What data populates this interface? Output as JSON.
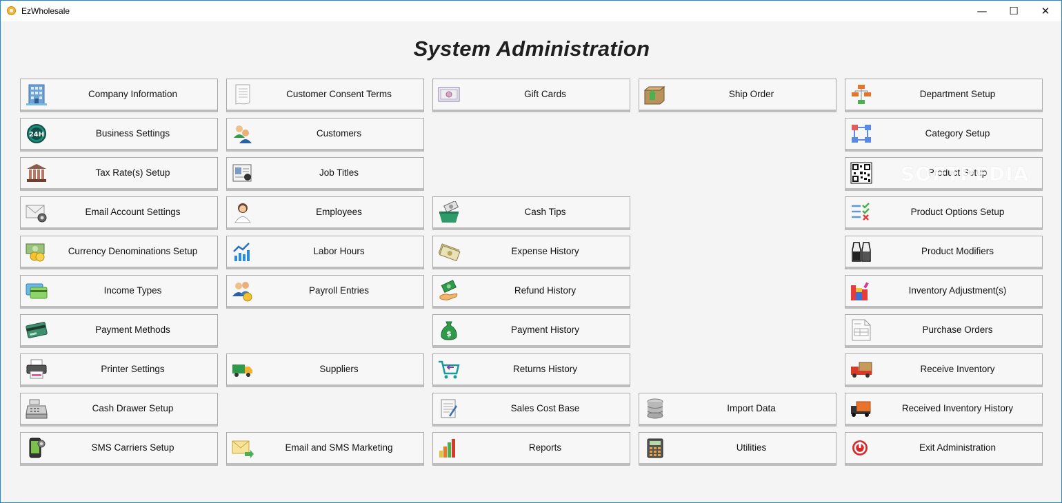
{
  "window": {
    "title": "EzWholesale",
    "min_glyph": "—",
    "max_glyph": "☐",
    "close_glyph": "✕"
  },
  "page_title": "System Administration",
  "watermark": "SOFTPEDIA",
  "columns": {
    "col1": [
      {
        "label": "Company Information",
        "icon": "building-icon"
      },
      {
        "label": "Business Settings",
        "icon": "24h-icon"
      },
      {
        "label": "Tax Rate(s) Setup",
        "icon": "bank-icon"
      },
      {
        "label": "Email Account Settings",
        "icon": "email-gear-icon"
      },
      {
        "label": "Currency Denominations Setup",
        "icon": "cash-coins-icon"
      },
      {
        "label": "Income Types",
        "icon": "cards-icon"
      },
      {
        "label": "Payment Methods",
        "icon": "credit-card-icon"
      },
      {
        "label": "Printer Settings",
        "icon": "printer-icon"
      },
      {
        "label": "Cash Drawer Setup",
        "icon": "cash-register-icon"
      },
      {
        "label": "SMS Carriers Setup",
        "icon": "phone-gear-icon"
      }
    ],
    "col2": [
      {
        "label": "Customer Consent Terms",
        "icon": "document-icon"
      },
      {
        "label": "Customers",
        "icon": "customers-icon"
      },
      {
        "label": "Job Titles",
        "icon": "id-card-icon"
      },
      {
        "label": "Employees",
        "icon": "employee-icon"
      },
      {
        "label": "Labor Hours",
        "icon": "chart-icon"
      },
      {
        "label": "Payroll Entries",
        "icon": "payroll-icon"
      },
      {
        "label": "Suppliers",
        "icon": "truck-icon"
      },
      {
        "label": "Email and SMS Marketing",
        "icon": "envelope-arrow-icon"
      }
    ],
    "col3": [
      {
        "label": "Gift Cards",
        "icon": "gift-card-icon"
      },
      {
        "label": "Cash Tips",
        "icon": "cash-box-icon"
      },
      {
        "label": "Expense History",
        "icon": "money-icon"
      },
      {
        "label": "Refund History",
        "icon": "refund-icon"
      },
      {
        "label": "Payment History",
        "icon": "money-bag-icon"
      },
      {
        "label": "Returns History",
        "icon": "cart-return-icon"
      },
      {
        "label": "Sales Cost Base",
        "icon": "notepad-icon"
      },
      {
        "label": "Reports",
        "icon": "bar-chart-icon"
      }
    ],
    "col4": [
      {
        "label": "Ship Order",
        "icon": "package-icon"
      },
      {
        "label": "Import Data",
        "icon": "database-icon"
      },
      {
        "label": "Utilities",
        "icon": "calculator-icon"
      }
    ],
    "col5": [
      {
        "label": "Department Setup",
        "icon": "hierarchy-icon"
      },
      {
        "label": "Category Setup",
        "icon": "flowchart-icon"
      },
      {
        "label": "Product Setup",
        "icon": "qr-code-icon"
      },
      {
        "label": "Product Options Setup",
        "icon": "checklist-icon"
      },
      {
        "label": "Product Modifiers",
        "icon": "salt-pepper-icon"
      },
      {
        "label": "Inventory Adjustment(s)",
        "icon": "blocks-icon"
      },
      {
        "label": "Purchase Orders",
        "icon": "invoice-icon"
      },
      {
        "label": "Receive Inventory",
        "icon": "delivery-truck-icon"
      },
      {
        "label": "Received Inventory History",
        "icon": "truck-boxes-icon"
      },
      {
        "label": "Exit Administration",
        "icon": "power-icon"
      }
    ]
  }
}
